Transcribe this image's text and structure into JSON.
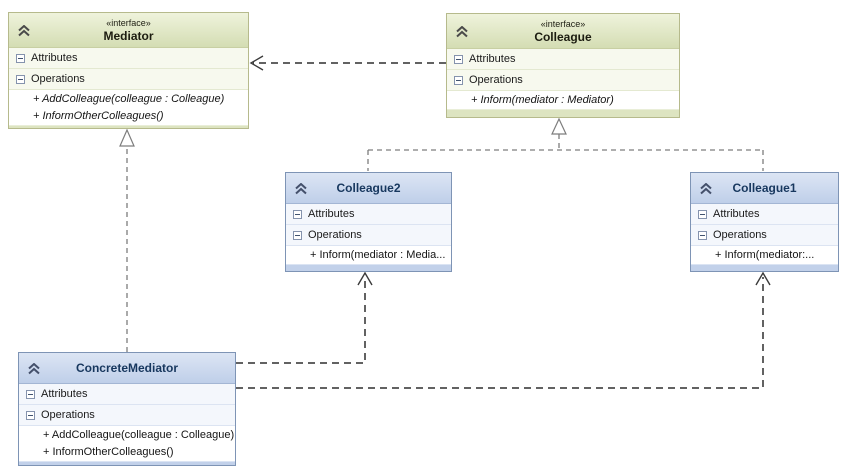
{
  "colors": {
    "interface_header_top": "#eff3dc",
    "interface_header_bottom": "#d4ddb3",
    "interface_border": "#b6ba8c",
    "class_header_top": "#dce5f4",
    "class_header_bottom": "#bfcfe9",
    "class_border": "#7e94b5",
    "class_title_text": "#17375e",
    "dependency_line": "#2e2e2e",
    "realization_line": "#7d7d7d"
  },
  "boxes": [
    {
      "id": "mediator",
      "kind": "interface",
      "stereotype": "«interface»",
      "name": "Mediator",
      "attributes_label": "Attributes",
      "operations_label": "Operations",
      "operations": [
        "+ AddColleague(colleague : Colleague)",
        "+ InformOtherColleagues()"
      ]
    },
    {
      "id": "colleague",
      "kind": "interface",
      "stereotype": "«interface»",
      "name": "Colleague",
      "attributes_label": "Attributes",
      "operations_label": "Operations",
      "operations": [
        "+ Inform(mediator : Mediator)"
      ]
    },
    {
      "id": "colleague2",
      "kind": "class",
      "name": "Colleague2",
      "attributes_label": "Attributes",
      "operations_label": "Operations",
      "operations": [
        "+ Inform(mediator : Media..."
      ]
    },
    {
      "id": "colleague1",
      "kind": "class",
      "name": "Colleague1",
      "attributes_label": "Attributes",
      "operations_label": "Operations",
      "operations": [
        "+ Inform(mediator:..."
      ]
    },
    {
      "id": "concrete-mediator",
      "kind": "class",
      "name": "ConcreteMediator",
      "attributes_label": "Attributes",
      "operations_label": "Operations",
      "operations": [
        "+ AddColleague(colleague : Colleague)",
        "+ InformOtherColleagues()"
      ]
    }
  ]
}
